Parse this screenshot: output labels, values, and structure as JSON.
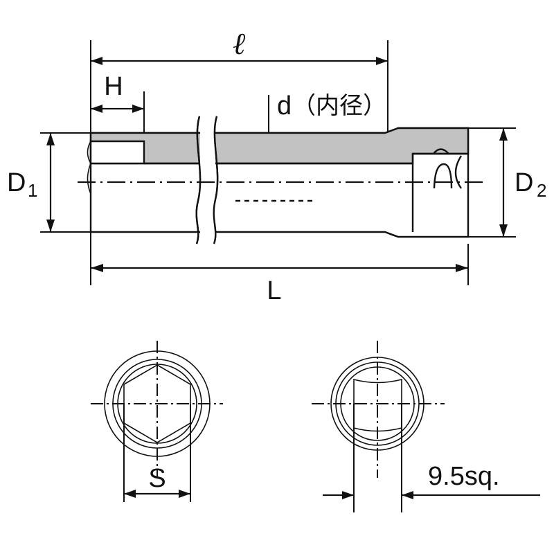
{
  "drawing": {
    "title": "Deep socket technical dimension drawing",
    "background_color": "#ffffff",
    "line_color": "#111111",
    "section_fill_color": "#c2c2c2"
  },
  "labels": {
    "length_overall": "L",
    "length_effective": "ℓ",
    "hex_depth": "H",
    "bore_diameter": "d",
    "bore_diameter_note": "（内径）",
    "diameter_small": "D",
    "diameter_small_sub": "1",
    "diameter_large": "D",
    "diameter_large_sub": "2",
    "across_flats": "S",
    "drive_size": "9.5sq."
  },
  "views": {
    "main": {
      "name": "side-section-view",
      "description": "Longitudinal half-section of deep socket with break lines"
    },
    "hex_end": {
      "name": "hex-socket-end-view",
      "description": "End view showing hexagonal socket opening"
    },
    "drive_end": {
      "name": "square-drive-end-view",
      "description": "End view showing square drive opening"
    }
  }
}
